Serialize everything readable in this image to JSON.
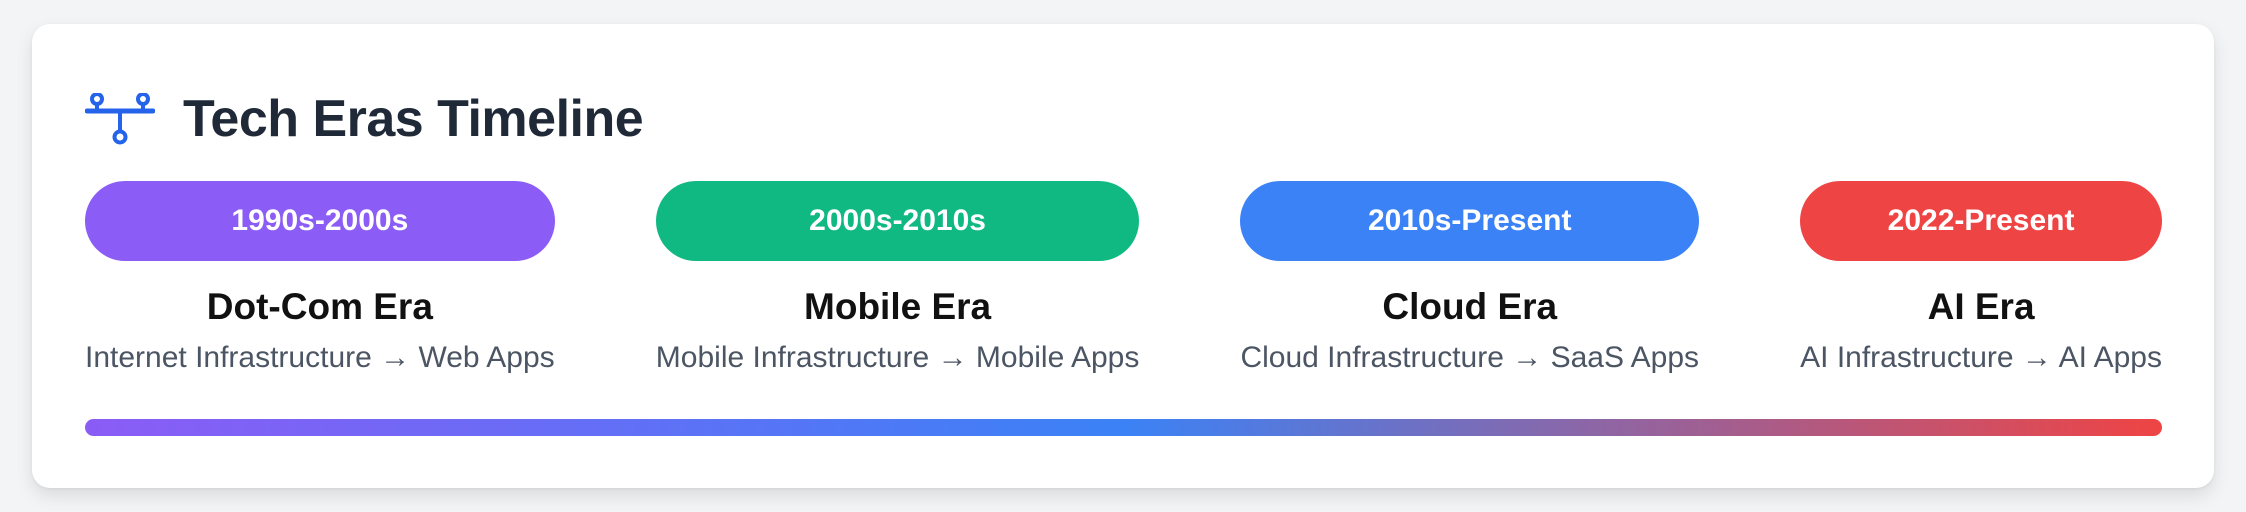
{
  "header": {
    "title": "Tech Eras Timeline",
    "icon": "timeline-icon",
    "icon_color": "#2563eb"
  },
  "eras": [
    {
      "period": "1990s-2000s",
      "name": "Dot-Com Era",
      "description": "Internet Infrastructure → Web Apps",
      "color": "#8b5cf6"
    },
    {
      "period": "2000s-2010s",
      "name": "Mobile Era",
      "description": "Mobile Infrastructure → Mobile Apps",
      "color": "#10b981"
    },
    {
      "period": "2010s-Present",
      "name": "Cloud Era",
      "description": "Cloud Infrastructure → SaaS Apps",
      "color": "#3b82f6"
    },
    {
      "period": "2022-Present",
      "name": "AI Era",
      "description": "AI Infrastructure → AI Apps",
      "color": "#ef4444"
    }
  ],
  "timeline_bar": {
    "gradient_colors": [
      "#8b5cf6",
      "#3b82f6",
      "#ef4444"
    ]
  }
}
